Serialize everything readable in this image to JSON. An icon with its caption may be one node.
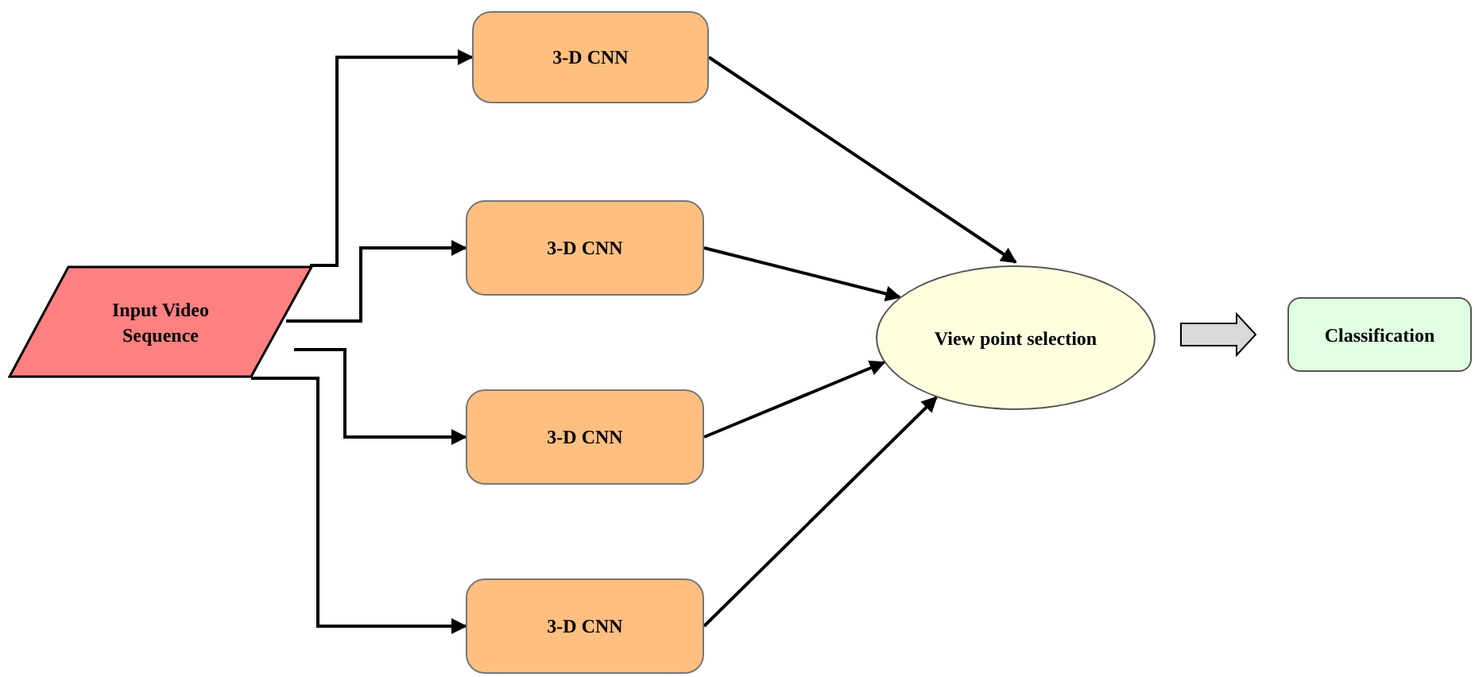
{
  "diagram": {
    "nodes": [
      {
        "text": [
          "Input Video Sequence"
        ]
      },
      {
        "text": [
          "3-D CNN"
        ]
      },
      {
        "text": [
          "3-D CNN"
        ]
      },
      {
        "text": [
          "3-D CNN"
        ]
      },
      {
        "text": [
          "3-D CNN"
        ]
      },
      {
        "text": [
          "View point selection"
        ]
      },
      {
        "text": [
          "Classification"
        ]
      }
    ],
    "edges": [
      {
        "from": 0,
        "to": 1,
        "arrow": "to"
      },
      {
        "from": 0,
        "to": 2,
        "arrow": "to"
      },
      {
        "from": 0,
        "to": 3,
        "arrow": "to"
      },
      {
        "from": 0,
        "to": 4,
        "arrow": "to"
      },
      {
        "from": 1,
        "to": 5,
        "arrow": "to"
      },
      {
        "from": 2,
        "to": 5,
        "arrow": "to"
      },
      {
        "from": 3,
        "to": 5,
        "arrow": "to"
      },
      {
        "from": 4,
        "to": 5,
        "arrow": "to"
      },
      {
        "from": 5,
        "to": 6,
        "arrow": "to",
        "style": "thick"
      }
    ]
  }
}
